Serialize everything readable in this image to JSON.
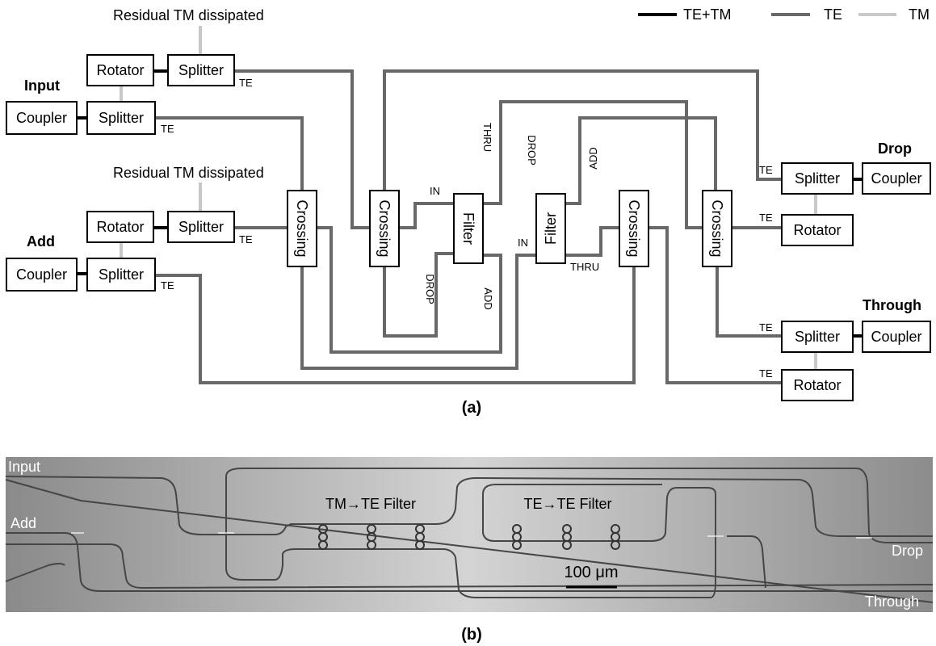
{
  "legend": {
    "te_tm": "TE+TM",
    "te": "TE",
    "tm": "TM",
    "colors": {
      "te_tm": "#000000",
      "te": "#686868",
      "tm": "#c8c8c8"
    }
  },
  "diagram": {
    "residual_top": "Residual TM dissipated",
    "residual_mid": "Residual TM dissipated",
    "input_title": "Input",
    "add_title": "Add",
    "drop_title": "Drop",
    "through_title": "Through",
    "coupler": "Coupler",
    "splitter": "Splitter",
    "rotator": "Rotator",
    "crossing": "Crossing",
    "filter": "Filter",
    "te": "TE",
    "in": "IN",
    "thru": "THRU",
    "drop_port": "DROP",
    "add_port": "ADD",
    "caption": "(a)"
  },
  "micrograph": {
    "input": "Input",
    "add": "Add",
    "drop": "Drop",
    "through": "Through",
    "filter1": "TM→TE Filter",
    "filter2": "TE→TE Filter",
    "scale": "100 μm",
    "caption": "(b)"
  }
}
